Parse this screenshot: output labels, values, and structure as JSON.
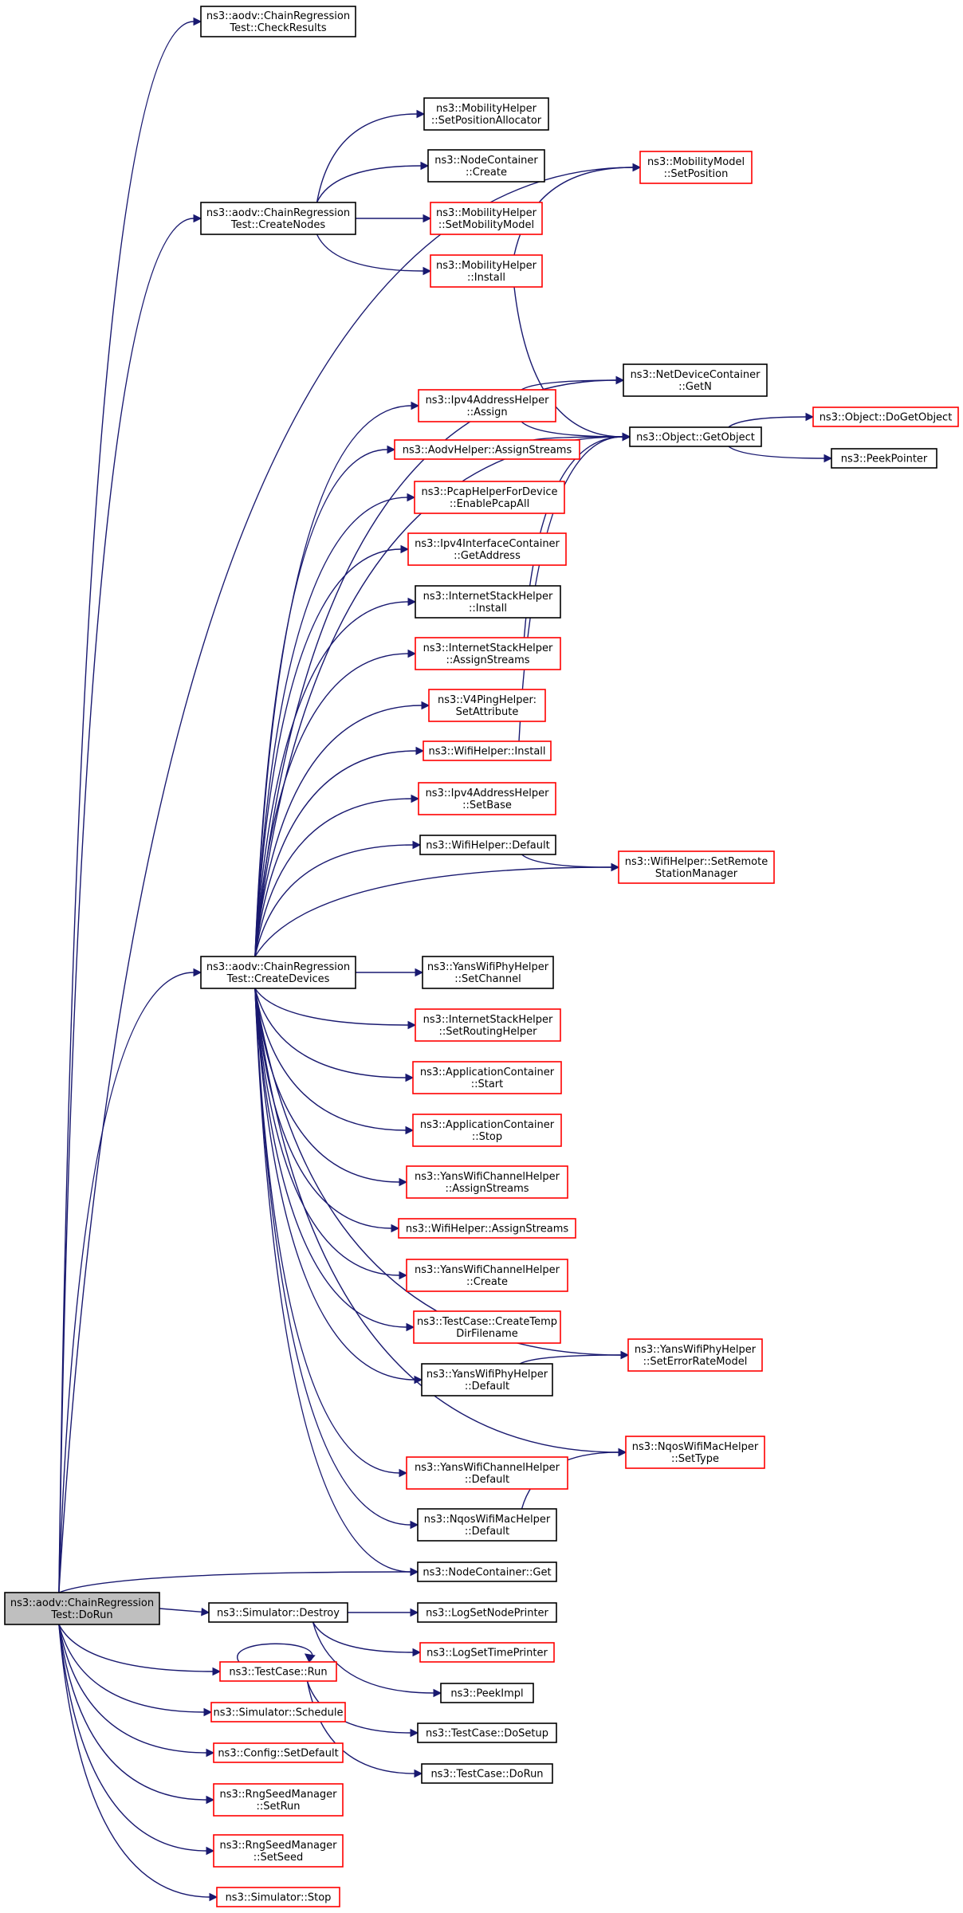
{
  "colors": {
    "edge": "#191970",
    "border_black": "#000000",
    "border_red": "#ff0000",
    "root_fill": "#bfbfbf"
  },
  "nodes": [
    {
      "id": "root",
      "lines": [
        "ns3::aodv::ChainRegression",
        "Test::DoRun"
      ],
      "border": "black",
      "fill": "gray"
    },
    {
      "id": "checkresults",
      "lines": [
        "ns3::aodv::ChainRegression",
        "Test::CheckResults"
      ],
      "border": "black"
    },
    {
      "id": "createnodes",
      "lines": [
        "ns3::aodv::ChainRegression",
        "Test::CreateNodes"
      ],
      "border": "black"
    },
    {
      "id": "createdevices",
      "lines": [
        "ns3::aodv::ChainRegression",
        "Test::CreateDevices"
      ],
      "border": "black"
    },
    {
      "id": "mh_setposalloc",
      "lines": [
        "ns3::MobilityHelper",
        "::SetPositionAllocator"
      ],
      "border": "black"
    },
    {
      "id": "nc_create",
      "lines": [
        "ns3::NodeContainer",
        "::Create"
      ],
      "border": "black"
    },
    {
      "id": "mh_setmobmodel",
      "lines": [
        "ns3::MobilityHelper",
        "::SetMobilityModel"
      ],
      "border": "red"
    },
    {
      "id": "mh_install",
      "lines": [
        "ns3::MobilityHelper",
        "::Install"
      ],
      "border": "red"
    },
    {
      "id": "mm_setpos",
      "lines": [
        "ns3::MobilityModel",
        "::SetPosition"
      ],
      "border": "red"
    },
    {
      "id": "ndc_getn",
      "lines": [
        "ns3::NetDeviceContainer",
        "::GetN"
      ],
      "border": "black"
    },
    {
      "id": "ipv4ah_assign",
      "lines": [
        "ns3::Ipv4AddressHelper",
        "::Assign"
      ],
      "border": "red"
    },
    {
      "id": "obj_getobject",
      "lines": [
        "ns3::Object::GetObject"
      ],
      "border": "black"
    },
    {
      "id": "obj_dogetobject",
      "lines": [
        "ns3::Object::DoGetObject"
      ],
      "border": "red"
    },
    {
      "id": "peekpointer",
      "lines": [
        "ns3::PeekPointer"
      ],
      "border": "black"
    },
    {
      "id": "aodvh_assign",
      "lines": [
        "ns3::AodvHelper::AssignStreams"
      ],
      "border": "red"
    },
    {
      "id": "pcap_enable",
      "lines": [
        "ns3::PcapHelperForDevice",
        "::EnablePcapAll"
      ],
      "border": "red"
    },
    {
      "id": "ipv4ic_getaddr",
      "lines": [
        "ns3::Ipv4InterfaceContainer",
        "::GetAddress"
      ],
      "border": "red"
    },
    {
      "id": "ish_install",
      "lines": [
        "ns3::InternetStackHelper",
        "::Install"
      ],
      "border": "black"
    },
    {
      "id": "ish_assign",
      "lines": [
        "ns3::InternetStackHelper",
        "::AssignStreams"
      ],
      "border": "red"
    },
    {
      "id": "v4ping_setattr",
      "lines": [
        "ns3::V4PingHelper:",
        "SetAttribute"
      ],
      "border": "red"
    },
    {
      "id": "wifi_install",
      "lines": [
        "ns3::WifiHelper::Install"
      ],
      "border": "red"
    },
    {
      "id": "ipv4ah_setbase",
      "lines": [
        "ns3::Ipv4AddressHelper",
        "::SetBase"
      ],
      "border": "red"
    },
    {
      "id": "wifi_default",
      "lines": [
        "ns3::WifiHelper::Default"
      ],
      "border": "black"
    },
    {
      "id": "wifi_setremote",
      "lines": [
        "ns3::WifiHelper::SetRemote",
        "StationManager"
      ],
      "border": "red"
    },
    {
      "id": "ywph_setchannel",
      "lines": [
        "ns3::YansWifiPhyHelper",
        "::SetChannel"
      ],
      "border": "black"
    },
    {
      "id": "ish_setrouting",
      "lines": [
        "ns3::InternetStackHelper",
        "::SetRoutingHelper"
      ],
      "border": "red"
    },
    {
      "id": "ac_start",
      "lines": [
        "ns3::ApplicationContainer",
        "::Start"
      ],
      "border": "red"
    },
    {
      "id": "ac_stop",
      "lines": [
        "ns3::ApplicationContainer",
        "::Stop"
      ],
      "border": "red"
    },
    {
      "id": "ywch_assign",
      "lines": [
        "ns3::YansWifiChannelHelper",
        "::AssignStreams"
      ],
      "border": "red"
    },
    {
      "id": "wifi_assign",
      "lines": [
        "ns3::WifiHelper::AssignStreams"
      ],
      "border": "red"
    },
    {
      "id": "ywch_create",
      "lines": [
        "ns3::YansWifiChannelHelper",
        "::Create"
      ],
      "border": "red"
    },
    {
      "id": "tc_createtemp",
      "lines": [
        "ns3::TestCase::CreateTemp",
        "DirFilename"
      ],
      "border": "red"
    },
    {
      "id": "ywph_seterr",
      "lines": [
        "ns3::YansWifiPhyHelper",
        "::SetErrorRateModel"
      ],
      "border": "red"
    },
    {
      "id": "ywph_default",
      "lines": [
        "ns3::YansWifiPhyHelper",
        "::Default"
      ],
      "border": "black"
    },
    {
      "id": "nqos_settype",
      "lines": [
        "ns3::NqosWifiMacHelper",
        "::SetType"
      ],
      "border": "red"
    },
    {
      "id": "ywch_default",
      "lines": [
        "ns3::YansWifiChannelHelper",
        "::Default"
      ],
      "border": "red"
    },
    {
      "id": "nqos_default",
      "lines": [
        "ns3::NqosWifiMacHelper",
        "::Default"
      ],
      "border": "black"
    },
    {
      "id": "nc_get",
      "lines": [
        "ns3::NodeContainer::Get"
      ],
      "border": "black"
    },
    {
      "id": "sim_destroy",
      "lines": [
        "ns3::Simulator::Destroy"
      ],
      "border": "black"
    },
    {
      "id": "log_nodeprinter",
      "lines": [
        "ns3::LogSetNodePrinter"
      ],
      "border": "black"
    },
    {
      "id": "log_timeprinter",
      "lines": [
        "ns3::LogSetTimePrinter"
      ],
      "border": "red"
    },
    {
      "id": "peekimpl",
      "lines": [
        "ns3::PeekImpl"
      ],
      "border": "black"
    },
    {
      "id": "tc_run",
      "lines": [
        "ns3::TestCase::Run"
      ],
      "border": "red"
    },
    {
      "id": "tc_dosetup",
      "lines": [
        "ns3::TestCase::DoSetup"
      ],
      "border": "black"
    },
    {
      "id": "tc_dorun",
      "lines": [
        "ns3::TestCase::DoRun"
      ],
      "border": "black"
    },
    {
      "id": "sim_schedule",
      "lines": [
        "ns3::Simulator::Schedule"
      ],
      "border": "red"
    },
    {
      "id": "config_setdefault",
      "lines": [
        "ns3::Config::SetDefault"
      ],
      "border": "red"
    },
    {
      "id": "rng_setrun",
      "lines": [
        "ns3::RngSeedManager",
        "::SetRun"
      ],
      "border": "red"
    },
    {
      "id": "rng_setseed",
      "lines": [
        "ns3::RngSeedManager",
        "::SetSeed"
      ],
      "border": "red"
    },
    {
      "id": "sim_stop",
      "lines": [
        "ns3::Simulator::Stop"
      ],
      "border": "red"
    }
  ],
  "edges": [
    [
      "root",
      "checkresults"
    ],
    [
      "root",
      "createnodes"
    ],
    [
      "root",
      "createdevices"
    ],
    [
      "root",
      "mm_setpos"
    ],
    [
      "root",
      "nc_get"
    ],
    [
      "root",
      "sim_destroy"
    ],
    [
      "root",
      "tc_run"
    ],
    [
      "root",
      "sim_schedule"
    ],
    [
      "root",
      "config_setdefault"
    ],
    [
      "root",
      "rng_setrun"
    ],
    [
      "root",
      "rng_setseed"
    ],
    [
      "root",
      "sim_stop"
    ],
    [
      "createnodes",
      "mh_setposalloc"
    ],
    [
      "createnodes",
      "nc_create"
    ],
    [
      "createnodes",
      "mh_setmobmodel"
    ],
    [
      "createnodes",
      "mh_install"
    ],
    [
      "mh_install",
      "mm_setpos"
    ],
    [
      "mh_install",
      "obj_getobject"
    ],
    [
      "createdevices",
      "ndc_getn"
    ],
    [
      "createdevices",
      "obj_getobject"
    ],
    [
      "createdevices",
      "ipv4ah_assign"
    ],
    [
      "createdevices",
      "aodvh_assign"
    ],
    [
      "createdevices",
      "pcap_enable"
    ],
    [
      "createdevices",
      "ipv4ic_getaddr"
    ],
    [
      "createdevices",
      "ish_install"
    ],
    [
      "createdevices",
      "ish_assign"
    ],
    [
      "createdevices",
      "v4ping_setattr"
    ],
    [
      "createdevices",
      "wifi_install"
    ],
    [
      "createdevices",
      "ipv4ah_setbase"
    ],
    [
      "createdevices",
      "wifi_default"
    ],
    [
      "createdevices",
      "wifi_setremote"
    ],
    [
      "createdevices",
      "ywph_seterr"
    ],
    [
      "createdevices",
      "ywph_setchannel"
    ],
    [
      "createdevices",
      "ish_setrouting"
    ],
    [
      "createdevices",
      "ac_start"
    ],
    [
      "createdevices",
      "ac_stop"
    ],
    [
      "createdevices",
      "ywch_assign"
    ],
    [
      "createdevices",
      "wifi_assign"
    ],
    [
      "createdevices",
      "ywch_create"
    ],
    [
      "createdevices",
      "tc_createtemp"
    ],
    [
      "createdevices",
      "ywph_default"
    ],
    [
      "createdevices",
      "nqos_settype"
    ],
    [
      "createdevices",
      "ywch_default"
    ],
    [
      "createdevices",
      "nqos_default"
    ],
    [
      "createdevices",
      "nc_get"
    ],
    [
      "ipv4ah_assign",
      "ndc_getn"
    ],
    [
      "ipv4ah_assign",
      "obj_getobject"
    ],
    [
      "aodvh_assign",
      "obj_getobject"
    ],
    [
      "ish_assign",
      "obj_getobject"
    ],
    [
      "wifi_install",
      "obj_getobject"
    ],
    [
      "obj_getobject",
      "obj_dogetobject"
    ],
    [
      "obj_getobject",
      "peekpointer"
    ],
    [
      "wifi_default",
      "wifi_setremote"
    ],
    [
      "ywph_default",
      "ywph_seterr"
    ],
    [
      "nqos_default",
      "nqos_settype"
    ],
    [
      "sim_destroy",
      "log_nodeprinter"
    ],
    [
      "sim_destroy",
      "log_timeprinter"
    ],
    [
      "sim_destroy",
      "peekimpl"
    ],
    [
      "tc_run",
      "tc_run"
    ],
    [
      "tc_run",
      "tc_dosetup"
    ],
    [
      "tc_run",
      "tc_dorun"
    ]
  ]
}
